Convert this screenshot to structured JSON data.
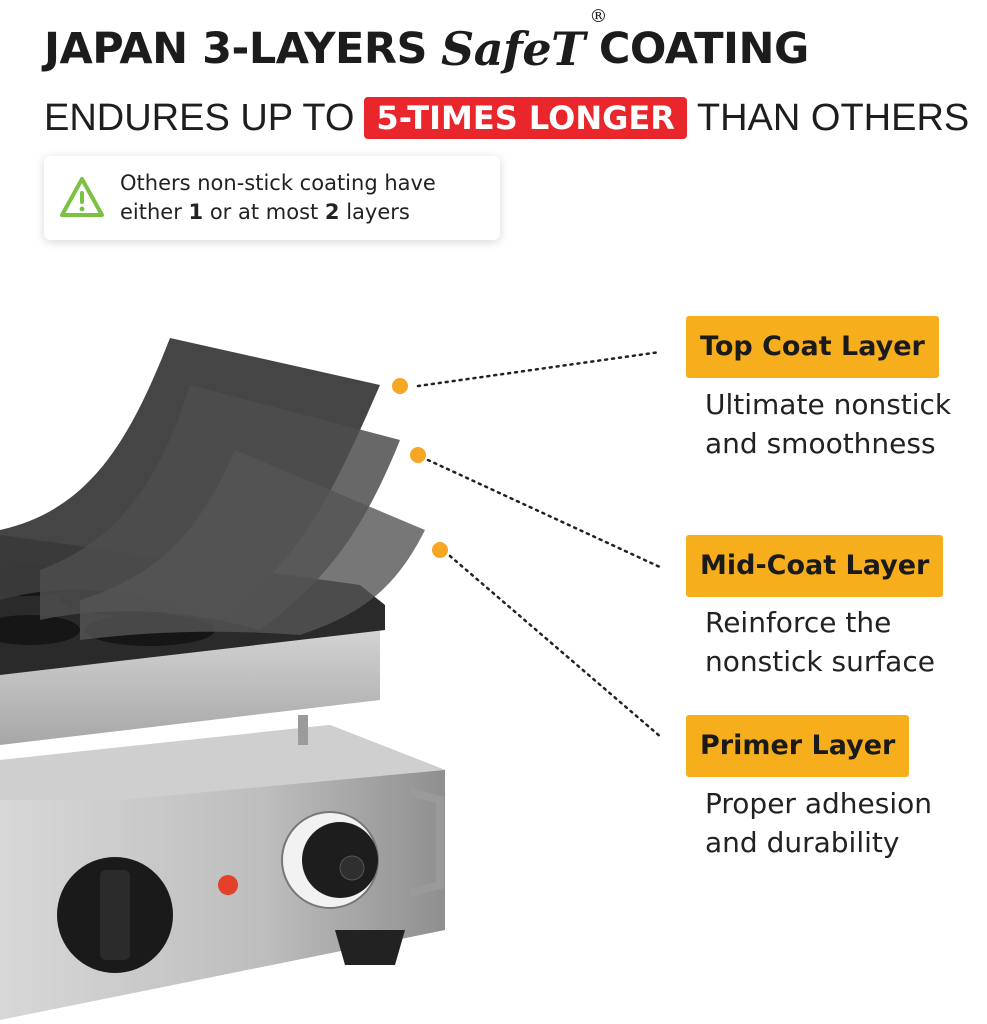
{
  "headline": {
    "prefix": "JAPAN 3-LAYERS",
    "brand": "SafeT",
    "brand_mark": "®",
    "suffix": "COATING"
  },
  "subline": {
    "before": "ENDURES UP TO",
    "highlight": "5-TIMES LONGER",
    "after": "THAN OTHERS"
  },
  "note": {
    "icon": "warning-triangle-icon",
    "line1": "Others non-stick coating have",
    "line2_pre": "either ",
    "line2_b1": "1",
    "line2_mid": " or at most ",
    "line2_b2": "2",
    "line2_post": " layers"
  },
  "layers": [
    {
      "label": "Top Coat Layer",
      "line1": "Ultimate nonstick",
      "line2": "and smoothness"
    },
    {
      "label": "Mid-Coat Layer",
      "line1": "Reinforce the",
      "line2": "nonstick surface"
    },
    {
      "label": "Primer Layer",
      "line1": "Proper adhesion",
      "line2": "and durability"
    }
  ],
  "colors": {
    "accent_red": "#e8262b",
    "tag_orange": "#f7ae1d",
    "warning_green": "#7cc242"
  }
}
